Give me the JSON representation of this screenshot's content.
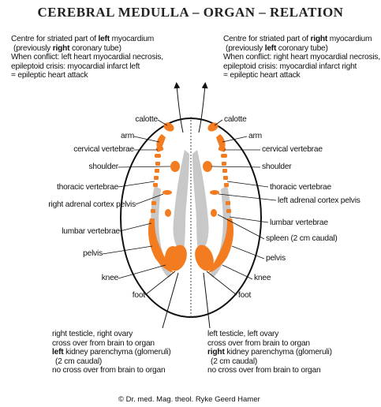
{
  "title": "CEREBRAL MEDULLA – ORGAN – RELATION",
  "top_left": {
    "line1_pre": "Centre for striated part of ",
    "line1_bold": "left",
    "line1_post": " myocardium",
    "line2_pre": "(previously ",
    "line2_bold": "right",
    "line2_post": " coronary tube)",
    "line3": "When conflict: left heart myocardial necrosis,",
    "line4": "epileptoid crisis: myocardial infarct left",
    "line5": "= epileptic heart attack"
  },
  "top_right": {
    "line1_pre": "Centre for striated part of ",
    "line1_bold": "right",
    "line1_post": " myocardium",
    "line2_pre": "(previously ",
    "line2_bold": "left",
    "line2_post": " coronary tube)",
    "line3": "When conflict: right heart myocardial necrosis,",
    "line4": "epileptoid crisis: myocardial infarct right",
    "line5": "= epileptic heart attack"
  },
  "left_labels": {
    "calotte": "calotte",
    "arm": "arm",
    "cervical": "cervical vertebrae",
    "shoulder": "shoulder",
    "thoracic": "thoracic vertebrae",
    "adrenal": "right adrenal cortex pelvis",
    "lumbar": "lumbar vertebrae",
    "pelvis": "pelvis",
    "knee": "knee",
    "foot": "foot"
  },
  "right_labels": {
    "calotte": "calotte",
    "arm": "arm",
    "cervical": "cervical vertebrae",
    "shoulder": "shoulder",
    "thoracic": "thoracic vertebrae",
    "adrenal": "left adrenal cortex pelvis",
    "lumbar": "lumbar vertebrae",
    "spleen": "spleen (2 cm caudal)",
    "pelvis": "pelvis",
    "knee": "knee",
    "foot": "foot"
  },
  "bottom_left": {
    "line1": "right testicle, right ovary",
    "line2": "cross over from brain to organ",
    "line3_bold": "left",
    "line3_post": " kidney parenchyma (glomeruli)",
    "line4": "(2 cm caudal)",
    "line5": "no cross over from brain to organ"
  },
  "bottom_right": {
    "line1": "left testicle, left ovary",
    "line2": "cross over from brain to organ",
    "line3_bold": "right",
    "line3_post": " kidney parenchyma (glomeruli)",
    "line4": "(2 cm caudal)",
    "line5": "no cross over from brain to organ"
  },
  "copyright": "© Dr. med. Mag. theol. Ryke Geerd Hamer",
  "colors": {
    "orange": "#f47c20",
    "gray": "#c8c8c8",
    "outline": "#111111"
  }
}
